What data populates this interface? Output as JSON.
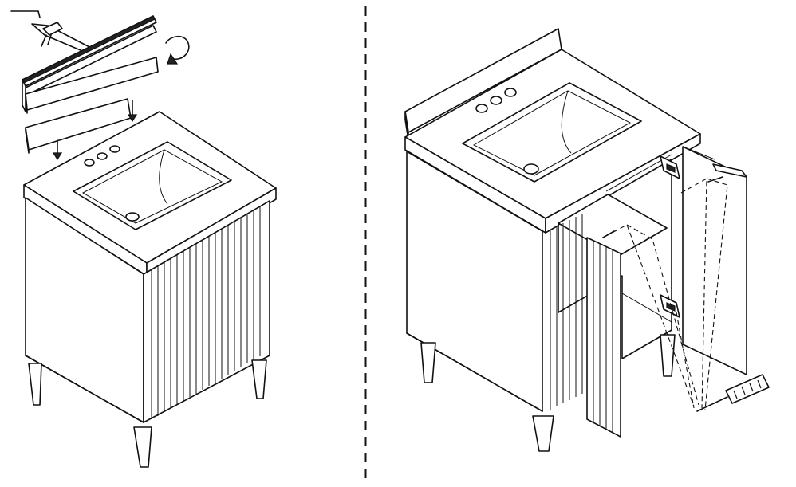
{
  "figure": {
    "panels": [
      {
        "id": "left",
        "depicts": "backsplash-installation"
      },
      {
        "id": "right",
        "depicts": "door-hinge-adjustment"
      }
    ],
    "colors": {
      "line": "#111111",
      "background": "#ffffff"
    },
    "icons": [
      "caulk-gun-icon",
      "rotate-arrow-icon",
      "down-arrow-icon",
      "screwdriver-icon",
      "hinge-icon"
    ]
  }
}
